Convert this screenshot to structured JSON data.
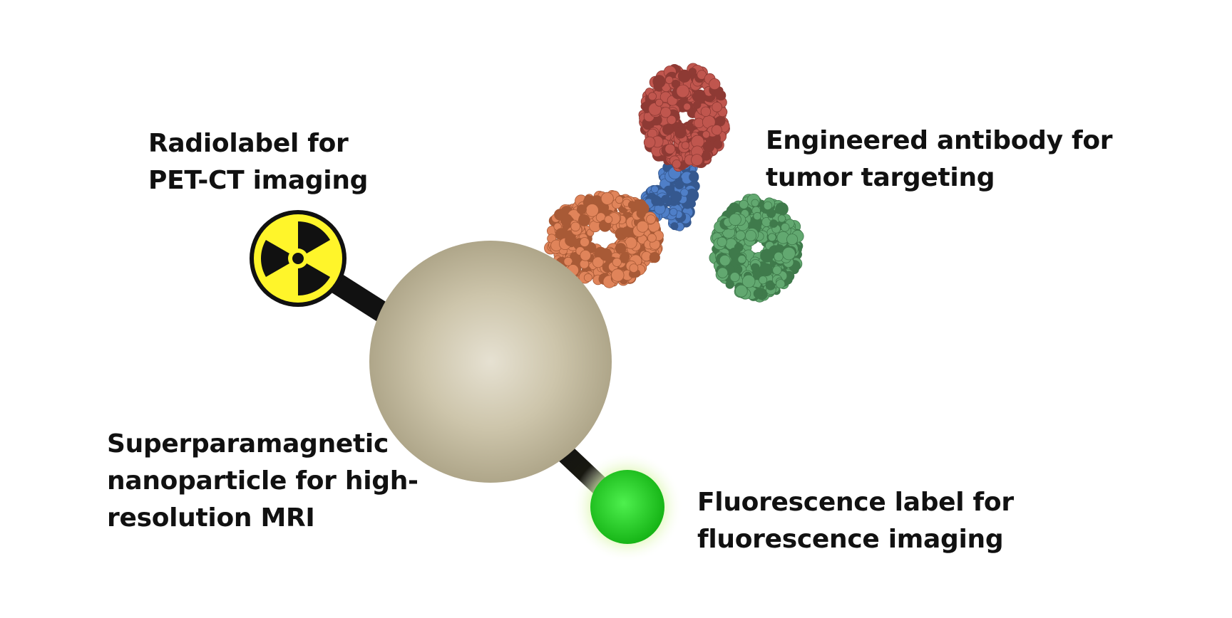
{
  "labels": {
    "radiolabel": [
      "Radiolabel for",
      "PET-CT imaging"
    ],
    "antibody": [
      "Engineered antibody for",
      "tumor targeting"
    ],
    "nanoparticle": [
      "Superparamagnetic",
      "nanoparticle for high-",
      "resolution MRI"
    ],
    "fluorescence": [
      "Fluorescence label for",
      "fluorescence imaging"
    ]
  },
  "colors": {
    "text": "#111111",
    "nanoparticle": "#c4bba0",
    "radiation_yellow": "#fff52a",
    "linker": "#111111",
    "fluorescent_green": "#1fd01f",
    "antibody_heavy_red": "#c0564e",
    "antibody_heavy_orange": "#e0845a",
    "antibody_green": "#62a870",
    "antibody_hinge_blue": "#4f7fc8"
  },
  "icons": {
    "radiolabel": "radiation-trefoil-icon",
    "fluorescence": "glowing-green-sphere-icon",
    "nanoparticle": "sphere-icon",
    "antibody": "protein-antibody-icon"
  }
}
